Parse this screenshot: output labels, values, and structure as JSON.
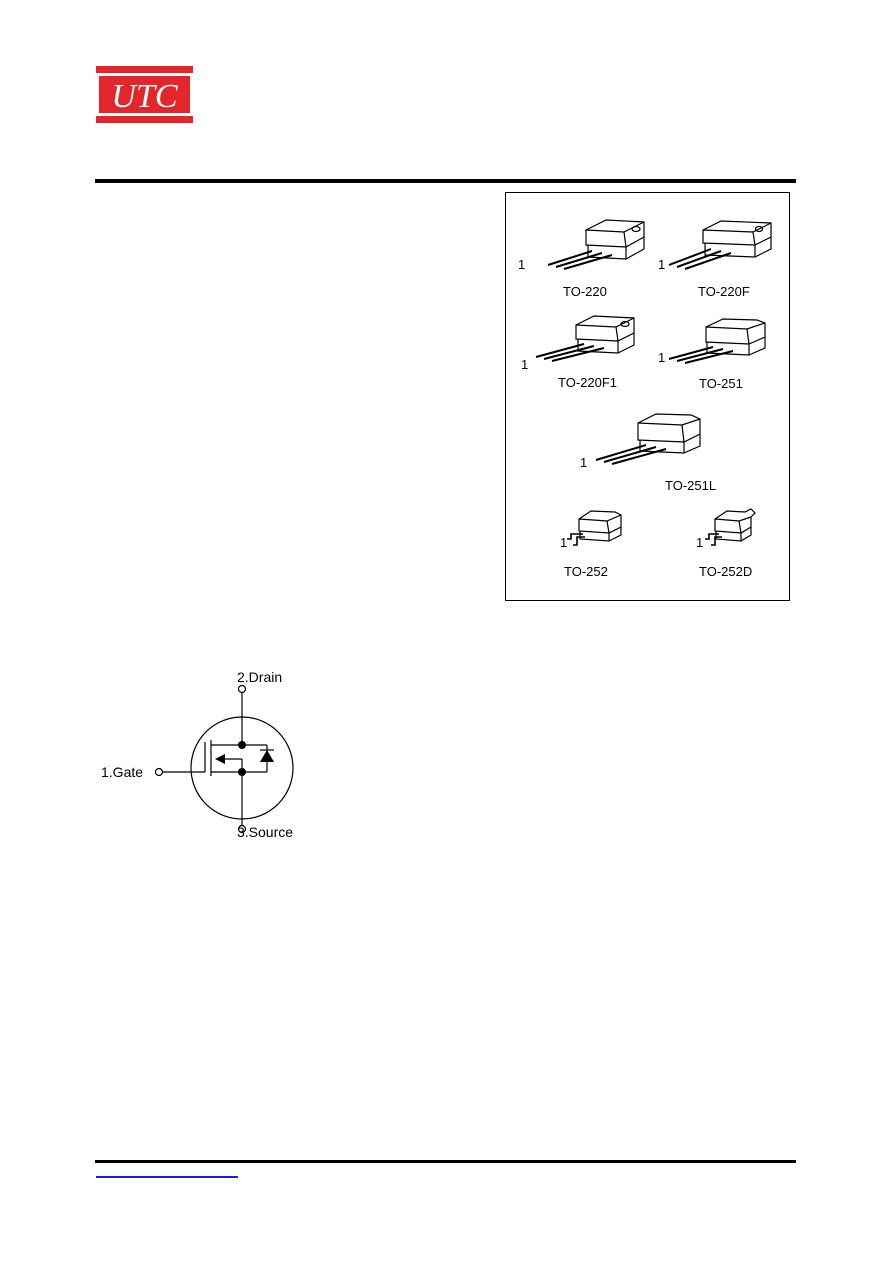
{
  "logo": {
    "text": "UTC",
    "color": "#e3262b"
  },
  "packages": [
    {
      "name": "TO-220",
      "pin_label": "1"
    },
    {
      "name": "TO-220F",
      "pin_label": "1"
    },
    {
      "name": "TO-220F1",
      "pin_label": "1"
    },
    {
      "name": "TO-251",
      "pin_label": "1"
    },
    {
      "name": "TO-251L",
      "pin_label": "1"
    },
    {
      "name": "TO-252",
      "pin_label": "1"
    },
    {
      "name": "TO-252D",
      "pin_label": "1"
    }
  ],
  "schematic": {
    "drain_label": "2.Drain",
    "gate_label": "1.Gate",
    "source_label": "3.Source"
  }
}
